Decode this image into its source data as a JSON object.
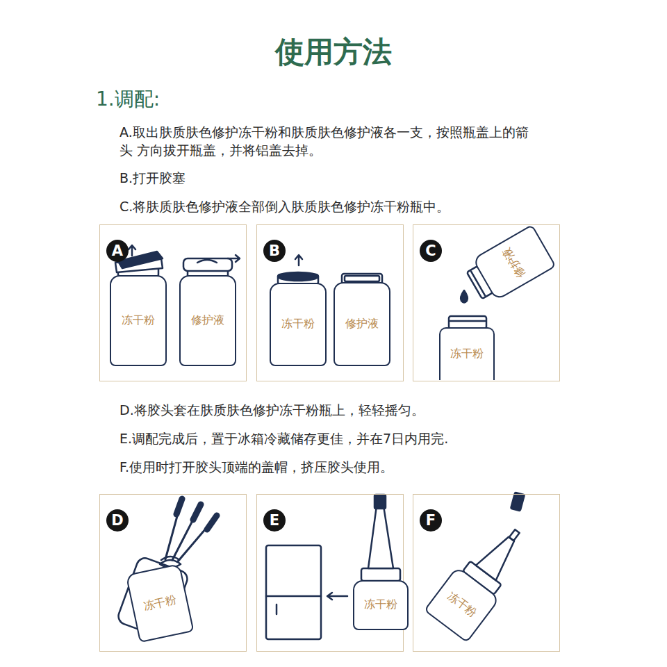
{
  "diagram": {
    "title": "使用方法",
    "nodes": [
      {
        "text": [
          "A"
        ]
      },
      {
        "text": [
          "冻干粉"
        ],
        "in": 0
      },
      {
        "text": [
          "修护液"
        ],
        "in": 0
      },
      {
        "text": [
          "B"
        ]
      },
      {
        "text": [
          "冻干粉"
        ],
        "in": 3
      },
      {
        "text": [
          "修护液"
        ],
        "in": 3
      },
      {
        "text": [
          "C"
        ]
      },
      {
        "text": [
          "修护液"
        ],
        "in": 6
      },
      {
        "text": [
          "冻干粉"
        ],
        "in": 6
      },
      {
        "text": [
          "D"
        ]
      },
      {
        "text": [
          "冻干粉"
        ],
        "in": 9
      },
      {
        "text": [
          "E"
        ]
      },
      {
        "text": [
          "冻干粉"
        ],
        "in": 11
      },
      {
        "text": [
          "F"
        ]
      },
      {
        "text": [
          "冻干粉"
        ],
        "in": 13
      }
    ],
    "labels": [
      "1.调配:",
      "A.取出肤质肤色修护冻干粉和肤质肤色修护液各一支，按照瓶盖上的箭头 方向拔开瓶盖，并将铝盖去掉。",
      "B.打开胶塞",
      "C.将肤质肤色修护液全部倒入肤质肤色修护冻干粉瓶中。",
      "D.将胶头套在肤质肤色修护冻干粉瓶上，轻轻摇匀。",
      "E.调配完成后，置于冰箱冷藏储存更佳，并在7日内用完.",
      "F.使用时打开胶头顶端的盖帽，挤压胶头使用。"
    ]
  }
}
